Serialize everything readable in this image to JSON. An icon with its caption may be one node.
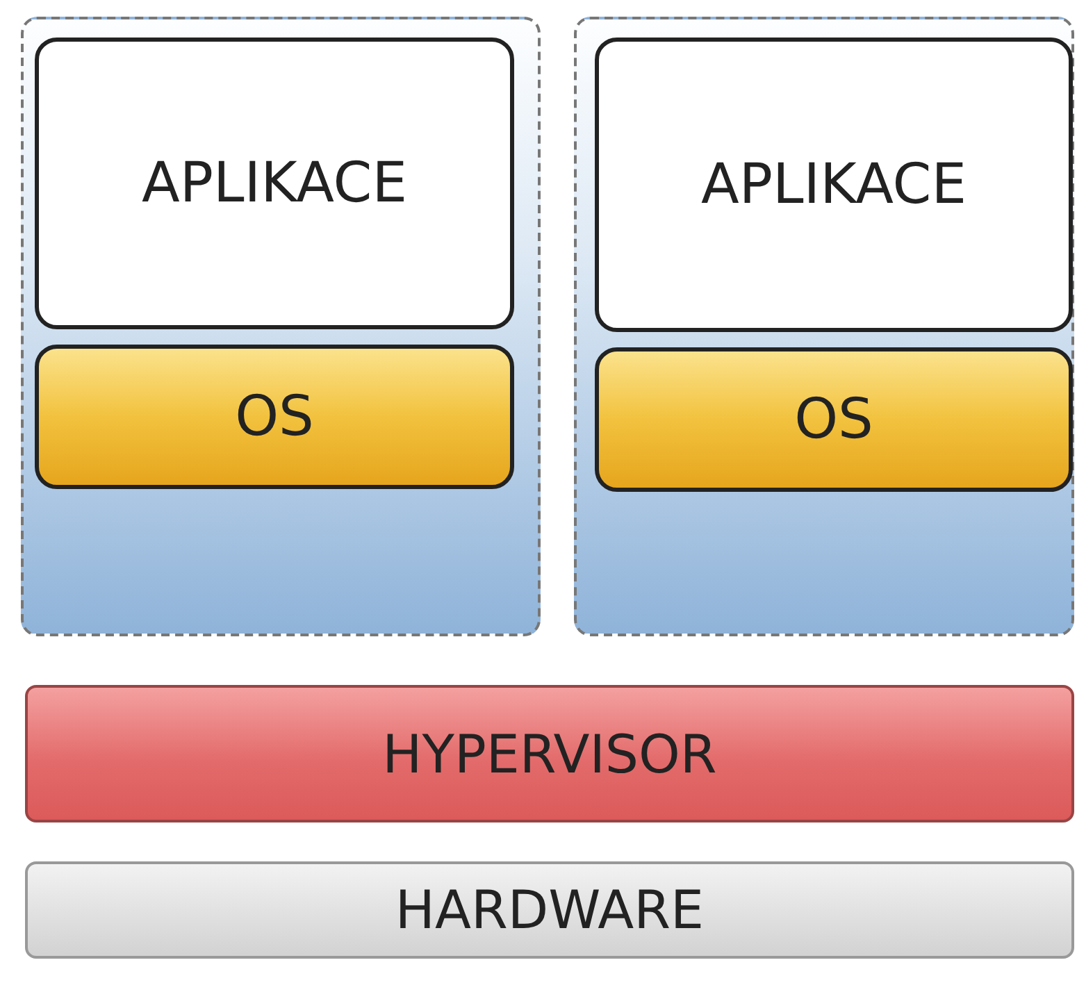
{
  "diagram": {
    "nodes": [
      {
        "text": [],
        "shape": "box"
      },
      {
        "text": [
          "APLIKACE"
        ],
        "in": 0
      },
      {
        "text": [
          "OS"
        ],
        "in": 0
      },
      {
        "text": [],
        "shape": "box"
      },
      {
        "text": [
          "APLIKACE"
        ],
        "in": 3
      },
      {
        "text": [
          "OS"
        ],
        "in": 3
      },
      {
        "text": [
          "HYPERVISOR"
        ]
      },
      {
        "text": [
          "HARDWARE"
        ]
      }
    ]
  }
}
